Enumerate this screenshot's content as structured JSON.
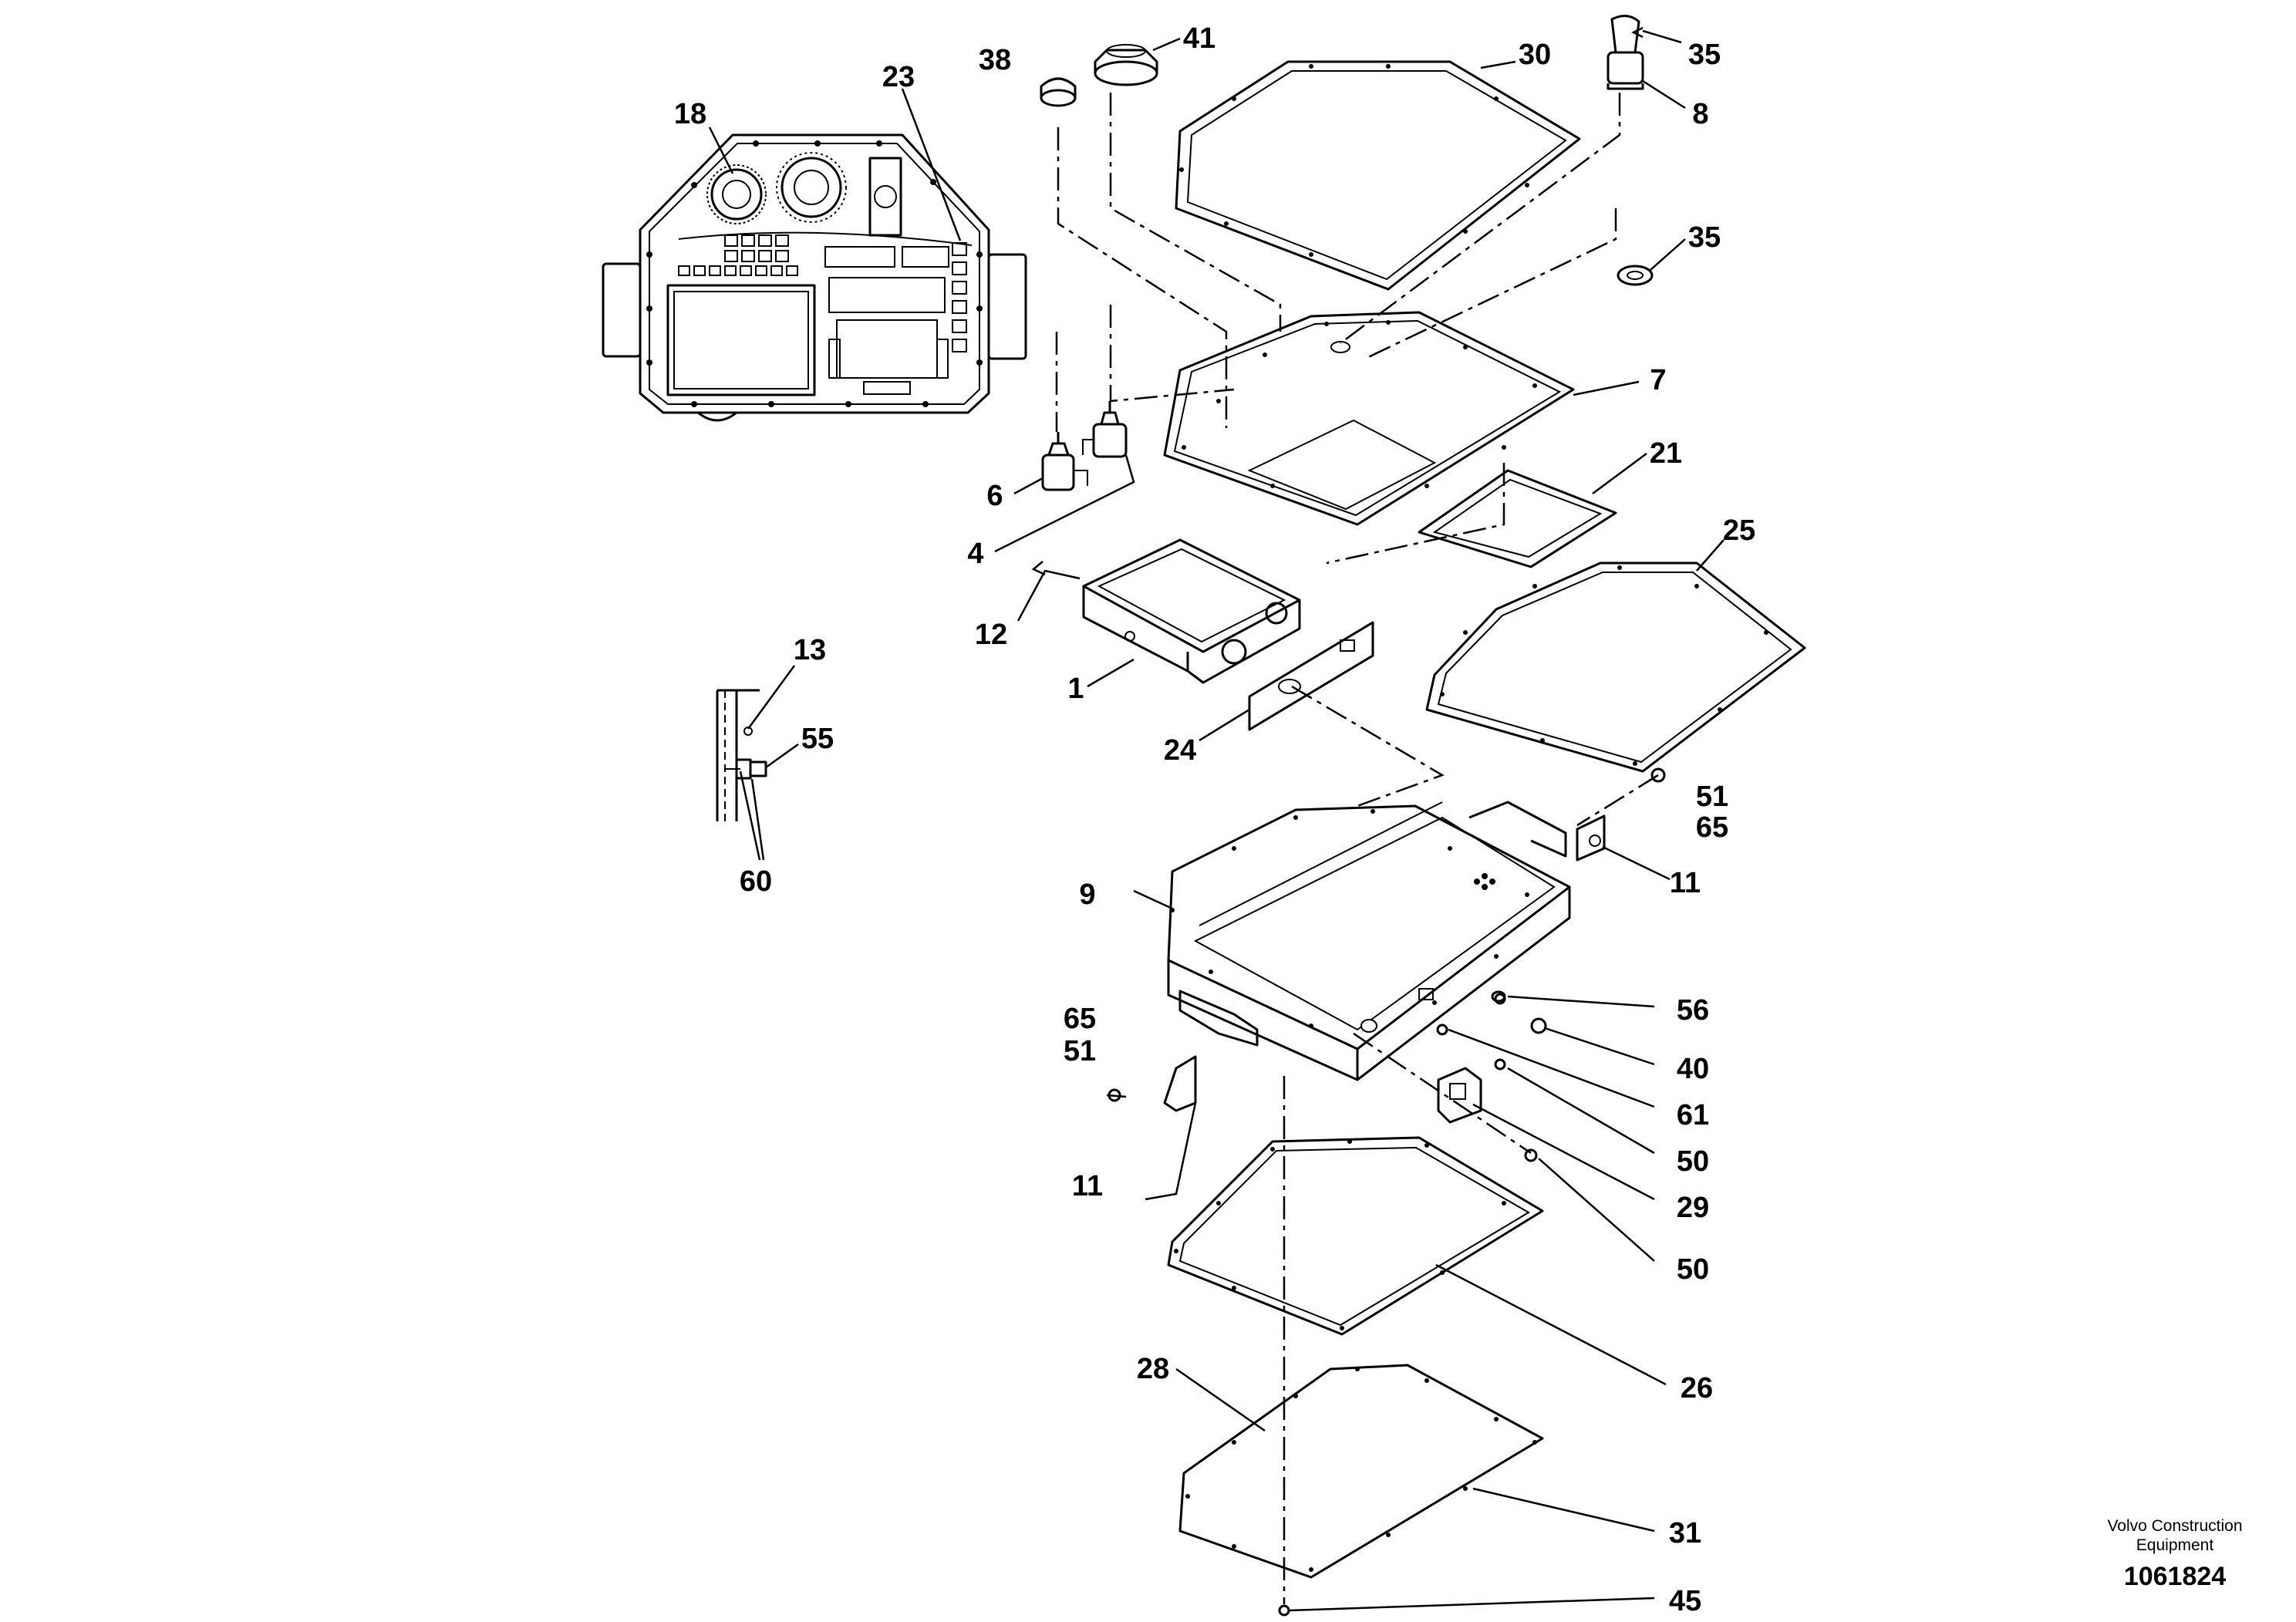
{
  "callouts": [
    {
      "id": "c18",
      "label": "18"
    },
    {
      "id": "c23",
      "label": "23"
    },
    {
      "id": "c38",
      "label": "38"
    },
    {
      "id": "c41",
      "label": "41"
    },
    {
      "id": "c30",
      "label": "30"
    },
    {
      "id": "c35a",
      "label": "35"
    },
    {
      "id": "c8",
      "label": "8"
    },
    {
      "id": "c35b",
      "label": "35"
    },
    {
      "id": "c7",
      "label": "7"
    },
    {
      "id": "c21",
      "label": "21"
    },
    {
      "id": "c25",
      "label": "25"
    },
    {
      "id": "c6",
      "label": "6"
    },
    {
      "id": "c4",
      "label": "4"
    },
    {
      "id": "c12",
      "label": "12"
    },
    {
      "id": "c1",
      "label": "1"
    },
    {
      "id": "c24",
      "label": "24"
    },
    {
      "id": "c13",
      "label": "13"
    },
    {
      "id": "c55",
      "label": "55"
    },
    {
      "id": "c60",
      "label": "60"
    },
    {
      "id": "c51a",
      "label": "51"
    },
    {
      "id": "c65a",
      "label": "65"
    },
    {
      "id": "c11a",
      "label": "11"
    },
    {
      "id": "c9",
      "label": "9"
    },
    {
      "id": "c56",
      "label": "56"
    },
    {
      "id": "c40",
      "label": "40"
    },
    {
      "id": "c61",
      "label": "61"
    },
    {
      "id": "c50a",
      "label": "50"
    },
    {
      "id": "c29",
      "label": "29"
    },
    {
      "id": "c50b",
      "label": "50"
    },
    {
      "id": "c65b",
      "label": "65"
    },
    {
      "id": "c51b",
      "label": "51"
    },
    {
      "id": "c11b",
      "label": "11"
    },
    {
      "id": "c26",
      "label": "26"
    },
    {
      "id": "c28",
      "label": "28"
    },
    {
      "id": "c31",
      "label": "31"
    },
    {
      "id": "c45",
      "label": "45"
    }
  ],
  "footer": {
    "brand_line1": "Volvo Construction",
    "brand_line2": "Equipment",
    "doc_number": "1061824"
  },
  "colors": {
    "ink": "#000000",
    "paper": "#ffffff"
  }
}
